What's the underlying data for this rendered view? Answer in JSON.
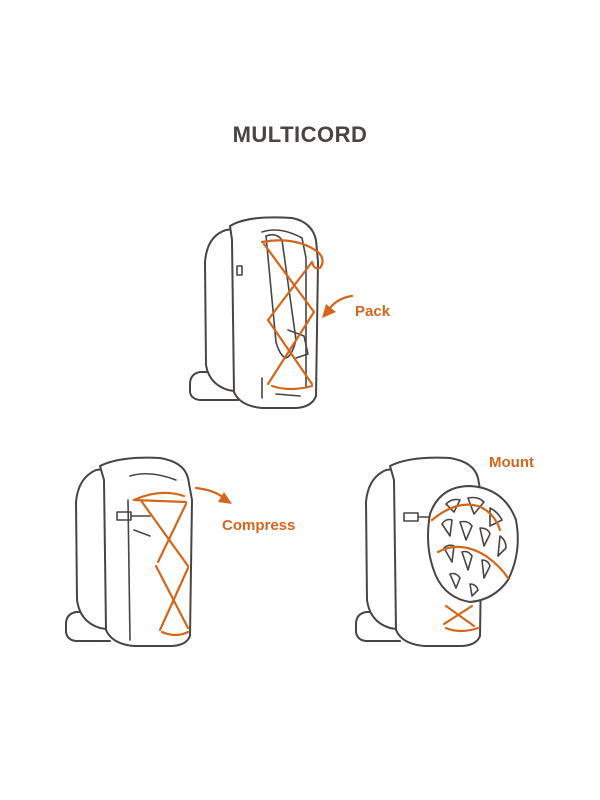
{
  "title": "MULTICORD",
  "panels": [
    {
      "id": "pack",
      "label": "Pack"
    },
    {
      "id": "compress",
      "label": "Compress"
    },
    {
      "id": "mount",
      "label": "Mount"
    }
  ],
  "colors": {
    "outline": "#4a4542",
    "accent": "#d4661c",
    "background": "#ffffff"
  }
}
